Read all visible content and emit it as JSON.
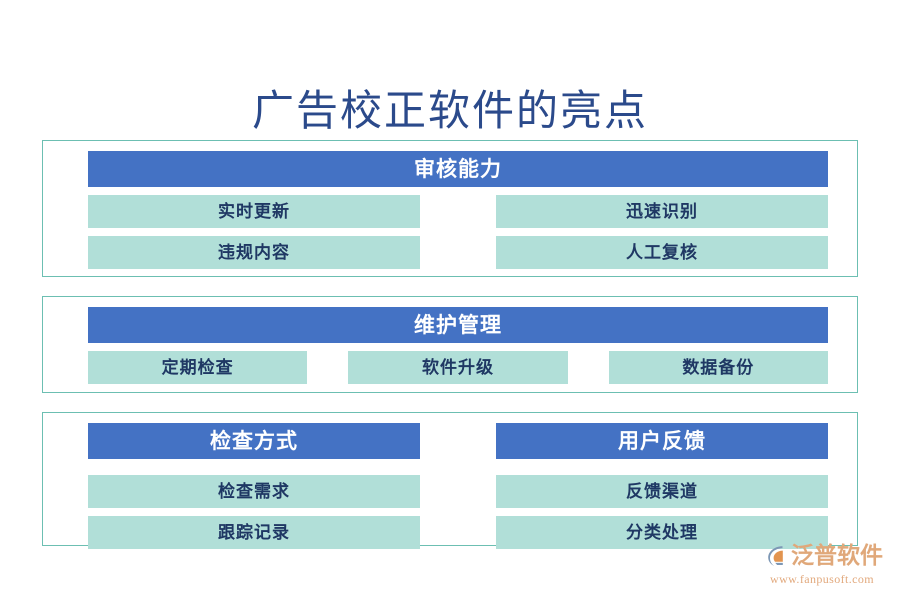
{
  "page": {
    "title": "广告校正软件的亮点",
    "accent_blue": "#4472C4",
    "accent_teal": "#B1DFD8",
    "border_teal": "#6CBFB2",
    "title_color": "#2B4A8B",
    "text_navy": "#1F3864",
    "background": "#FFFFFF"
  },
  "sections": [
    {
      "header": "审核能力",
      "items_left": [
        "实时更新",
        "违规内容"
      ],
      "items_right": [
        "迅速识别",
        "人工复核"
      ]
    },
    {
      "header": "维护管理",
      "items": [
        "定期检查",
        "软件升级",
        "数据备份"
      ]
    }
  ],
  "section3": {
    "columns": [
      {
        "header": "检查方式",
        "items": [
          "检查需求",
          "跟踪记录"
        ]
      },
      {
        "header": "用户反馈",
        "items": [
          "反馈渠道",
          "分类处理"
        ]
      }
    ]
  },
  "logo": {
    "name": "泛普软件",
    "url": "www.fanpusoft.com",
    "mark_color_blue": "#7D97B5",
    "mark_color_orange": "#E2944F",
    "text_color": "#E0A87A"
  }
}
